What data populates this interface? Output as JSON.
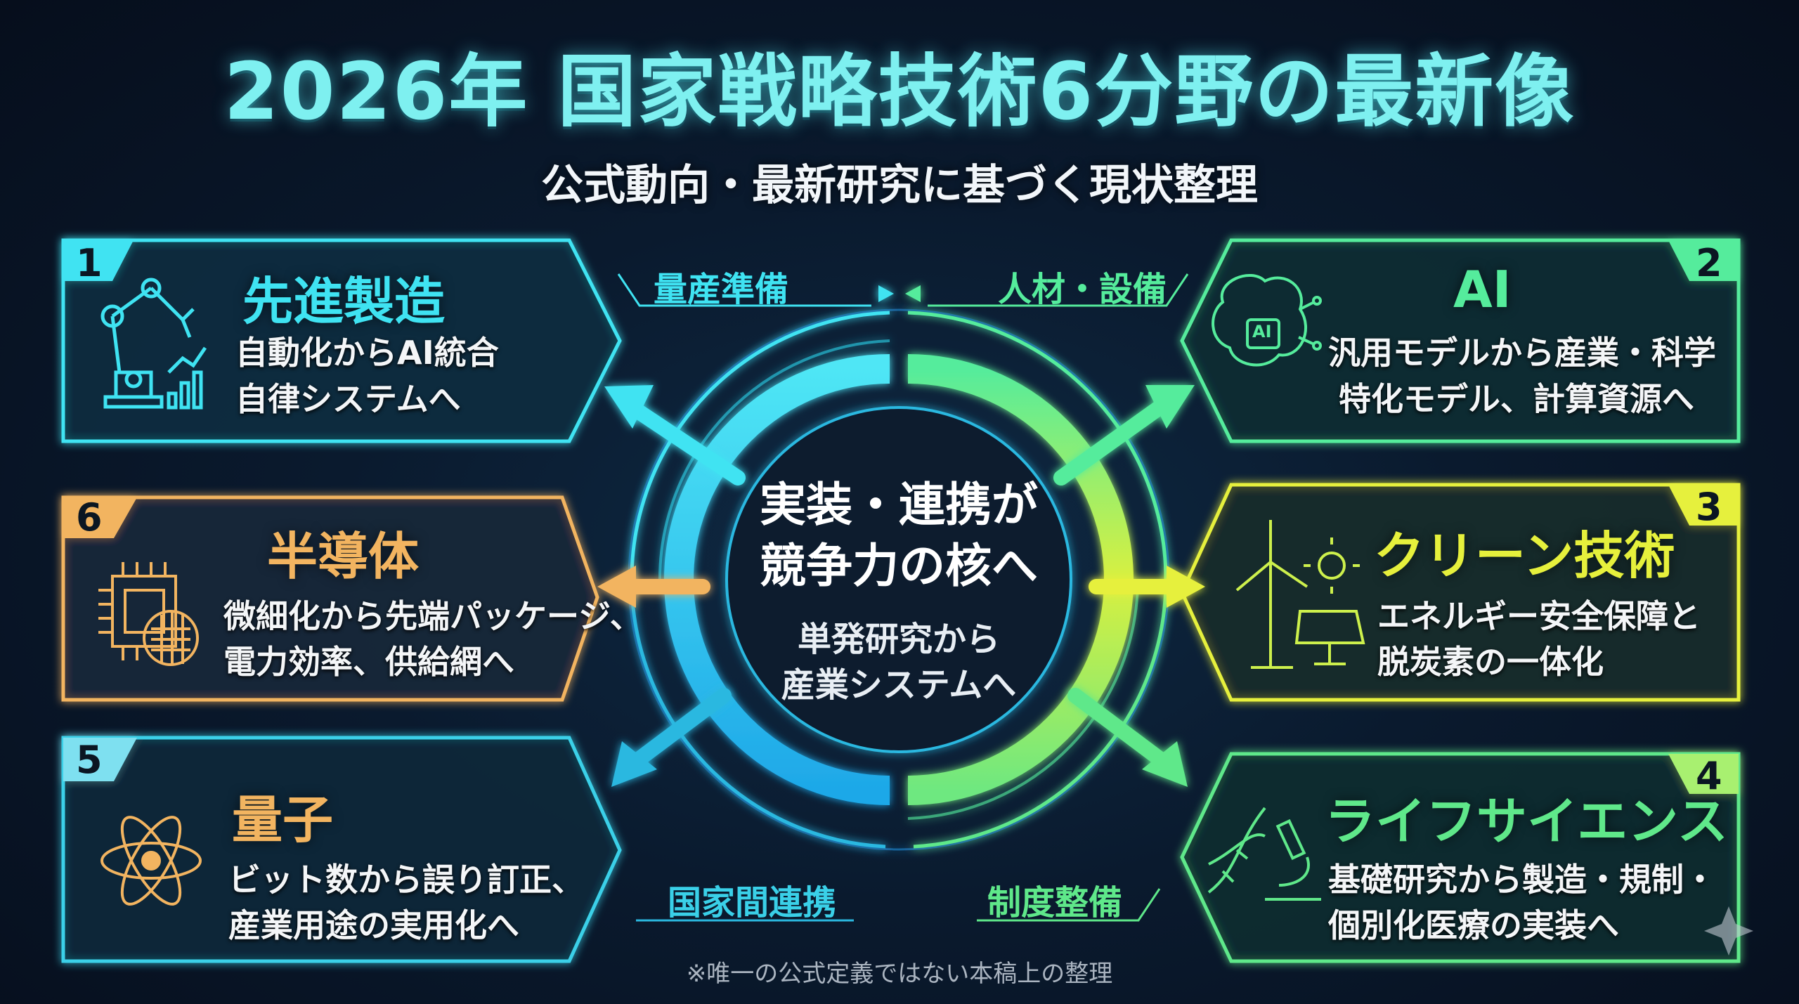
{
  "header": {
    "title": "2026年 国家戦略技術6分野の最新像",
    "subtitle": "公式動向・最新研究に基づく現状整理"
  },
  "center": {
    "main_line1": "実装・連携が",
    "main_line2": "競争力の核へ",
    "sub_line1": "単発研究から",
    "sub_line2": "産業システムへ"
  },
  "flows": {
    "top_left": "量産準備",
    "top_right": "人材・設備",
    "bottom_left": "国家間連携",
    "bottom_right": "制度整備"
  },
  "cards": [
    {
      "number": "1",
      "title": "先進製造",
      "desc1": "自動化からAI統合",
      "desc2": "自律システムへ",
      "icon": "robot-arm-icon",
      "color": "#3fe3f2"
    },
    {
      "number": "2",
      "title": "AI",
      "desc1": "汎用モデルから産業・科学",
      "desc2": "特化モデル、計算資源へ",
      "icon": "ai-brain-icon",
      "icon_label": "AI",
      "color": "#55ec9c"
    },
    {
      "number": "3",
      "title": "クリーン技術",
      "desc1": "エネルギー安全保障と",
      "desc2": "脱炭素の一体化",
      "icon": "wind-solar-icon",
      "color": "#e6f03c"
    },
    {
      "number": "4",
      "title": "ライフサイエンス",
      "desc1": "基礎研究から製造・規制・",
      "desc2": "個別化医療の実装へ",
      "icon": "dna-microscope-icon",
      "color": "#5fe88a"
    },
    {
      "number": "5",
      "title": "量子",
      "desc1": "ビット数から誤り訂正、",
      "desc2": "産業用途の実用化へ",
      "icon": "atom-icon",
      "color": "#f2b460"
    },
    {
      "number": "6",
      "title": "半導体",
      "desc1": "微細化から先端パッケージ、",
      "desc2": "電力効率、供給網へ",
      "icon": "chip-wafer-icon",
      "color": "#f2b460"
    }
  ],
  "footnote": "※唯一の公式定義ではない本稿上の整理"
}
